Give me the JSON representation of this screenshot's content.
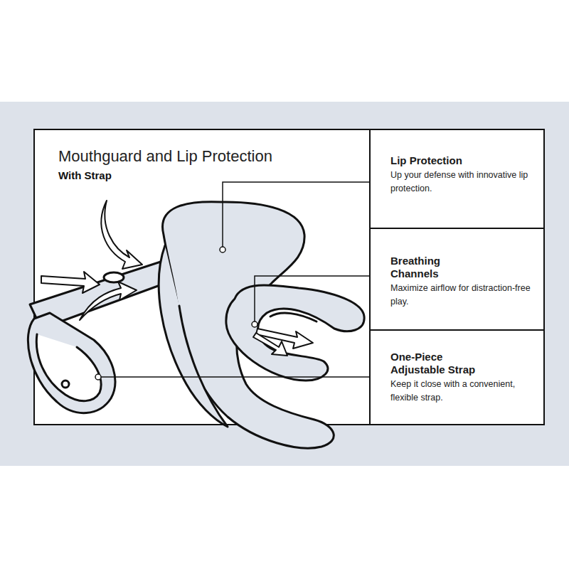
{
  "diagram": {
    "title": "Mouthguard and Lip Protection",
    "nodes": [
      {
        "text": [
          "Lip Protection",
          "Up your defense with innovative lip protection."
        ]
      },
      {
        "text": [
          "Breathing Channels",
          "Maximize airflow for distraction-free play."
        ]
      },
      {
        "text": [
          "One-Piece Adjustable Strap",
          "Keep it close with a convenient, flexible strap."
        ]
      }
    ],
    "labels": [
      "With Strap"
    ]
  }
}
